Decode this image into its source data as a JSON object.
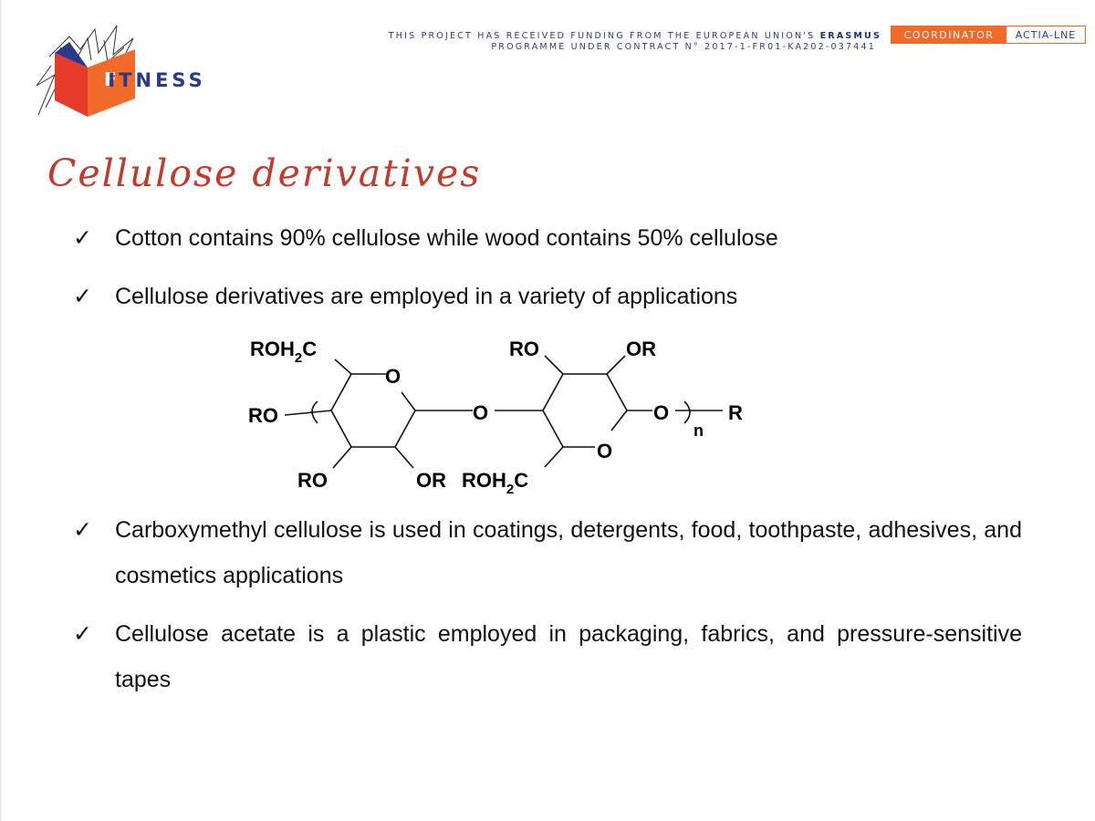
{
  "header": {
    "logo_text": "FITNESS",
    "funding_line1_prefix": "THIS PROJECT HAS RECEIVED FUNDING FROM THE EUROPEAN UNION'S",
    "funding_line1_emphasis": "ERASMUS",
    "funding_line2": "PROGRAMME UNDER CONTRACT N° 2017-1-FR01-KA202-037441",
    "coordinator_label": "COORDINATOR",
    "coordinator_name": "ACTIA-LNE"
  },
  "slide": {
    "title": "Cellulose derivatives",
    "bullets": [
      "Cotton contains 90% cellulose while wood contains 50% cellulose",
      "Cellulose derivatives are employed in a variety of applications",
      "Carboxymethyl cellulose is used in coatings, detergents, food, toothpaste, adhesives, and cosmetics applications",
      "Cellulose acetate is a plastic employed in packaging, fabrics, and pressure-sensitive tapes"
    ],
    "check_glyph": "✓"
  },
  "structure": {
    "roh2c_top": "ROH",
    "roh2c_bottom": "ROH",
    "c_letter": "C",
    "subscript_2": "2",
    "ro_left": "RO",
    "ro_bottom": "RO",
    "or_bottom": "OR",
    "ro_top": "RO",
    "or_top": "OR",
    "o_ring1": "O",
    "o_ring2": "O",
    "o_link": "O",
    "o_end": "O",
    "n": "n",
    "r_end": "R"
  },
  "colors": {
    "title": "#c23a2b",
    "brand_blue": "#2a3a8a",
    "accent_orange": "#f26a2a",
    "logo_red": "#e63a2a"
  }
}
